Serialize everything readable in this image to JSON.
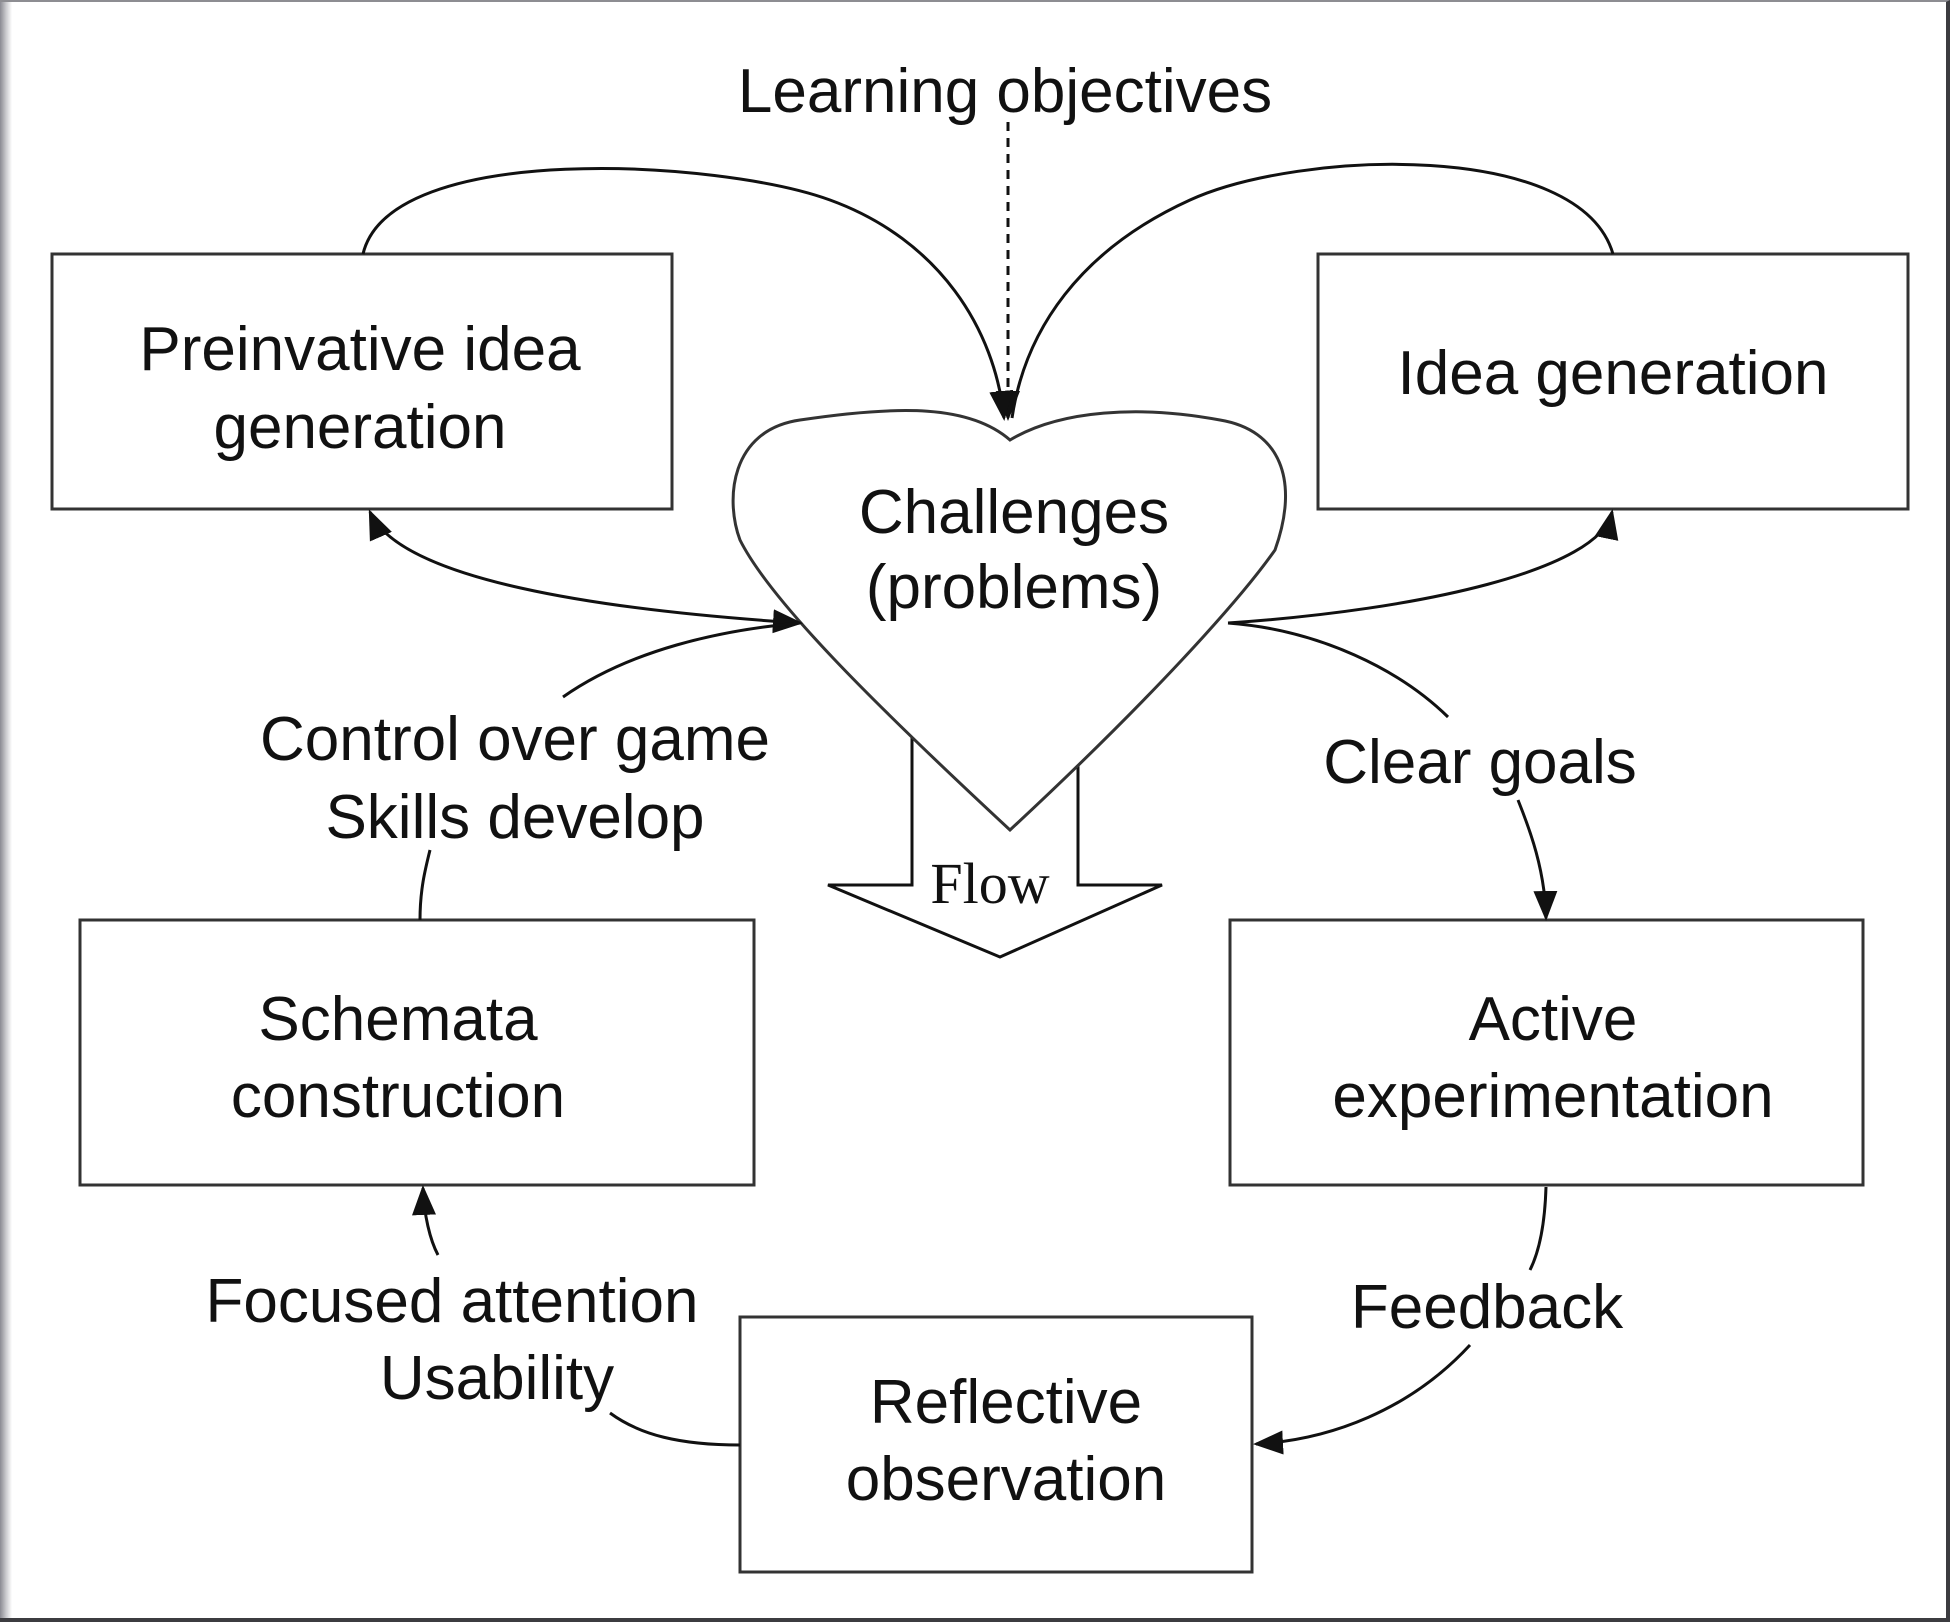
{
  "diagram": {
    "nodes": {
      "preinvative": {
        "line1": "Preinvative idea",
        "line2": "generation"
      },
      "idea_generation": {
        "line1": "Idea generation"
      },
      "challenges": {
        "line1": "Challenges",
        "line2": "(problems)"
      },
      "schemata": {
        "line1": "Schemata",
        "line2": "construction"
      },
      "active": {
        "line1": "Active",
        "line2": "experimentation"
      },
      "reflective": {
        "line1": "Reflective",
        "line2": "observation"
      }
    },
    "labels": {
      "learning_objectives": "Learning objectives",
      "control": {
        "line1": "Control over game",
        "line2": "Skills develop"
      },
      "clear_goals": "Clear goals",
      "flow": "Flow",
      "focused": {
        "line1": "Focused attention",
        "line2": "Usability"
      },
      "feedback": "Feedback"
    }
  }
}
